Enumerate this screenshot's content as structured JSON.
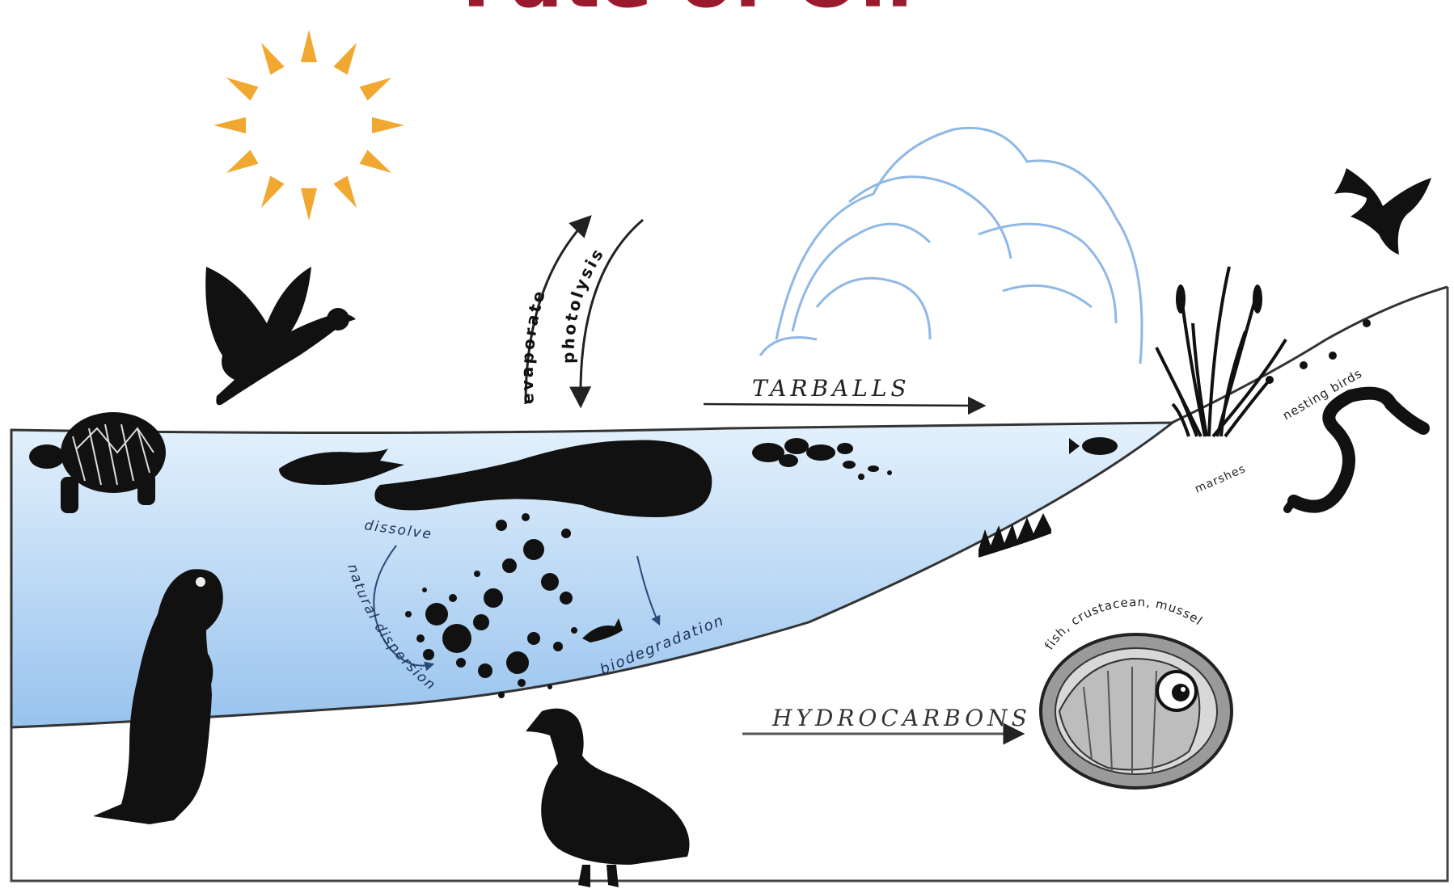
{
  "title": "Fate of Oil",
  "labels": {
    "evaporate": "evaporate",
    "photolysis": "photolysis",
    "tarballs": "TARBALLS",
    "dissolve": "dissolve",
    "natural_dispersion": "natural dispersion",
    "biodegradation": "biodegradation",
    "hydrocarbons": "HYDROCARBONS",
    "marshes": "marshes",
    "nesting_birds": "nesting birds",
    "fish_crustacean_mussel": "fish, crustacean, mussel"
  },
  "icons": [
    "sun-icon",
    "flying-duck-icon",
    "flying-bird-icon",
    "turtle-icon",
    "otter-icon",
    "standing-duck-icon",
    "fish-icon",
    "snake-icon",
    "reeds-icon",
    "cloud-icon",
    "crustacean-icon",
    "seagrass-icon"
  ],
  "colors": {
    "title": "#9b1b2e",
    "water_top": "#dcecfb",
    "water_bottom": "#9fc6ee",
    "sun": "#f0a830",
    "cloud": "#8fb8e6",
    "oil": "#111111"
  }
}
